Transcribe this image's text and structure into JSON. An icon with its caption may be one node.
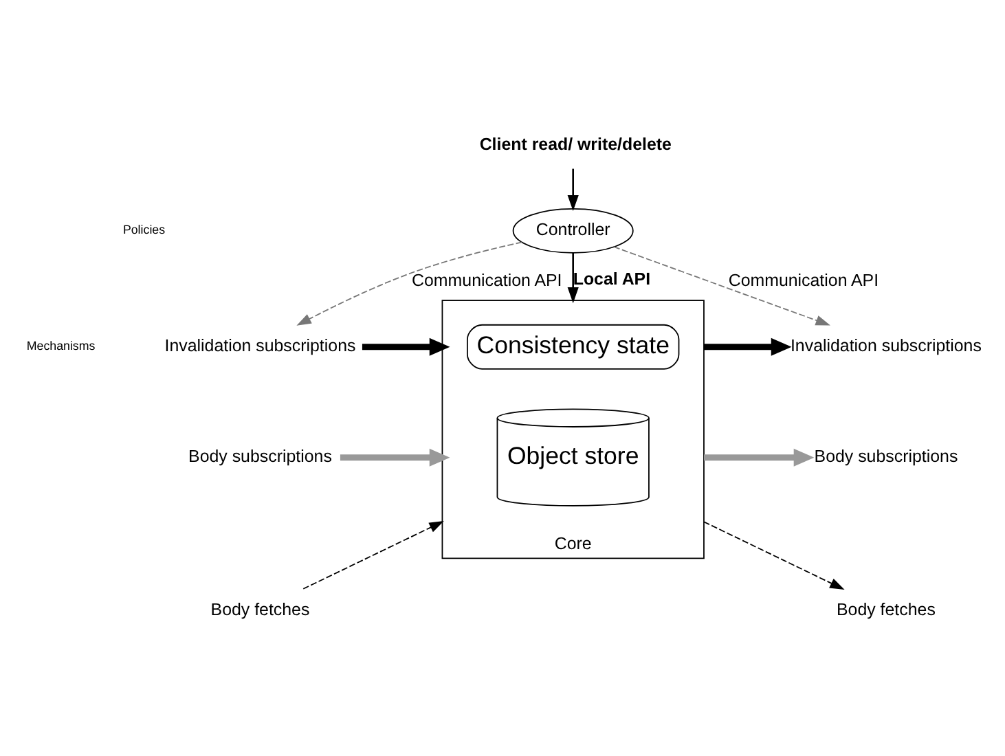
{
  "diagram": {
    "nodes": [
      {
        "text": [
          "Client read/ write/delete"
        ]
      },
      {
        "text": [
          "Controller"
        ]
      },
      {
        "text": [
          "Core"
        ]
      },
      {
        "text": [
          "Consistency state"
        ],
        "in": 2
      },
      {
        "text": [
          "Object store"
        ],
        "in": 2
      },
      {
        "text": [
          "Invalidation subscriptions"
        ]
      },
      {
        "text": [
          "Body subscriptions"
        ]
      },
      {
        "text": [
          "Body fetches"
        ]
      },
      {
        "text": [
          "Invalidation subscriptions"
        ]
      },
      {
        "text": [
          "Body subscriptions"
        ]
      },
      {
        "text": [
          "Body fetches"
        ]
      }
    ],
    "edges": [
      {
        "from": 0,
        "to": 1,
        "arrow": "to"
      },
      {
        "from": 1,
        "to": 2,
        "arrow": "to",
        "label": "Local API"
      },
      {
        "from": 1,
        "to": 5,
        "arrow": "to",
        "label": "Communication API",
        "style": "dashed",
        "color": "#777777"
      },
      {
        "from": 1,
        "to": 8,
        "arrow": "to",
        "label": "Communication API",
        "style": "dashed",
        "color": "#777777"
      },
      {
        "from": 5,
        "to": 2,
        "arrow": "to",
        "style": "thick"
      },
      {
        "from": 6,
        "to": 2,
        "arrow": "to",
        "style": "thick",
        "color": "#999999"
      },
      {
        "from": 7,
        "to": 2,
        "arrow": "to",
        "style": "dashed"
      },
      {
        "from": 2,
        "to": 8,
        "arrow": "to",
        "style": "thick"
      },
      {
        "from": 2,
        "to": 9,
        "arrow": "to",
        "style": "thick",
        "color": "#999999"
      },
      {
        "from": 2,
        "to": 10,
        "arrow": "to",
        "style": "dashed"
      }
    ],
    "labels": [
      "Policies",
      "Mechanisms"
    ]
  }
}
